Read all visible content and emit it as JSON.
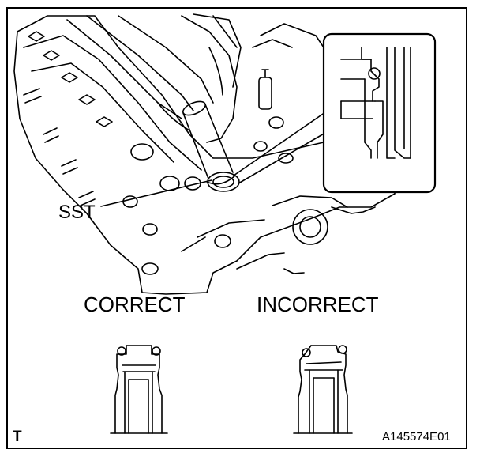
{
  "labels": {
    "sst": "SST",
    "correct": "CORRECT",
    "incorrect": "INCORRECT",
    "corner_mark": "T",
    "figure_id": "A145574E01"
  },
  "colors": {
    "line": "#000000",
    "background": "#ffffff"
  }
}
